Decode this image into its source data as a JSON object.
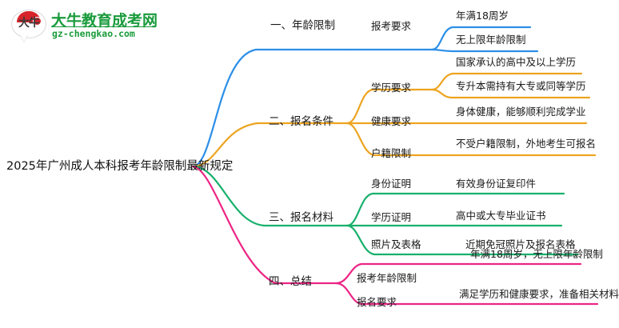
{
  "logo": {
    "mark_text": "大牛",
    "brand": "大牛教育成考网",
    "domain": "gz-chengkao.com",
    "brand_color": "#1a9b3c",
    "mark_color": "#d8232a"
  },
  "mindmap": {
    "root": {
      "label": "2025年广州成人本科报考年龄限制最新规定"
    },
    "branches": [
      {
        "label": "一、年龄限制",
        "color": "#2b8fe8",
        "children": [
          {
            "label": "报考要求",
            "leaves": [
              "年满18周岁",
              "无上限年龄限制"
            ]
          }
        ]
      },
      {
        "label": "二、报名条件",
        "color": "#eda420",
        "children": [
          {
            "label": "学历要求",
            "leaves": [
              "国家承认的高中及以上学历",
              "专升本需持有大专或同等学历"
            ]
          },
          {
            "label": "健康要求",
            "leaves": [
              "身体健康，能够顺利完成学业"
            ]
          },
          {
            "label": "户籍限制",
            "leaves": [
              "不受户籍限制，外地考生可报名"
            ]
          }
        ]
      },
      {
        "label": "三、报名材料",
        "color": "#17b06b",
        "children": [
          {
            "label": "身份证明",
            "leaves": [
              "有效身份证复印件"
            ]
          },
          {
            "label": "学历证明",
            "leaves": [
              "高中或大专毕业证书"
            ]
          },
          {
            "label": "照片及表格",
            "leaves": [
              "近期免冠照片及报名表格"
            ]
          }
        ]
      },
      {
        "label": "四、总结",
        "color": "#ec2585",
        "children": [
          {
            "label": "报考年龄限制",
            "leaves": [
              "年满18周岁，无上限年龄限制"
            ]
          },
          {
            "label": "报名要求",
            "leaves": [
              "满足学历和健康要求，准备相关材料"
            ]
          }
        ]
      }
    ]
  }
}
